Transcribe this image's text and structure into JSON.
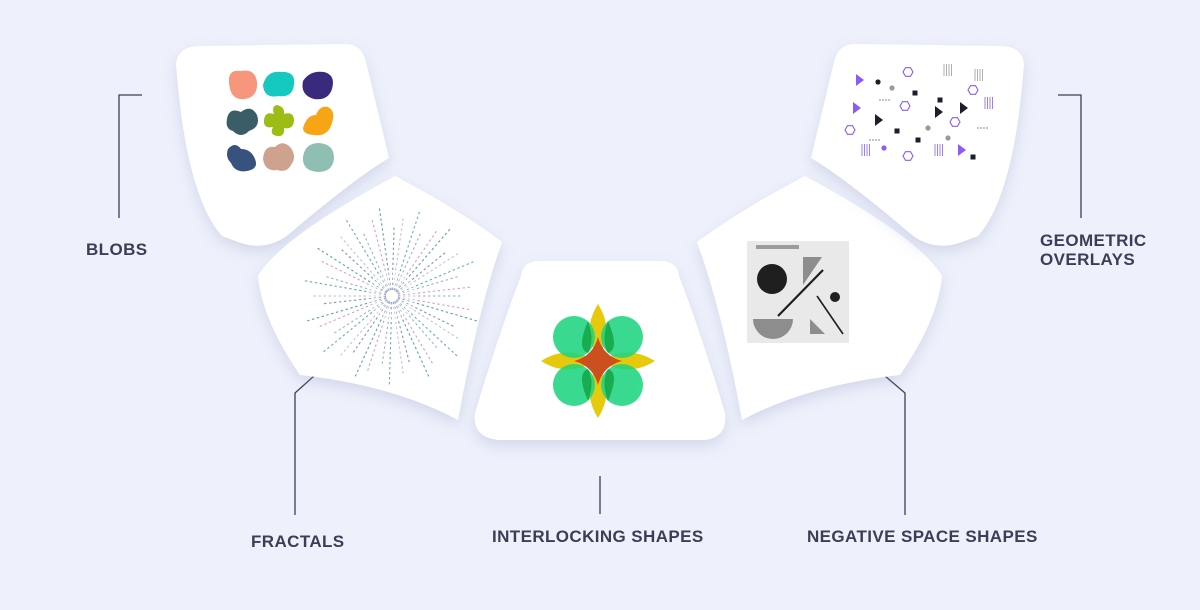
{
  "colors": {
    "background": "#eef1fb",
    "card": "#ffffff",
    "connector": "#3b3e55",
    "label_text": "#3b3e55"
  },
  "labels": {
    "blobs": "BLOBS",
    "fractals": "FRACTALS",
    "interlocking": "INTERLOCKING SHAPES",
    "negative_space": "NEGATIVE SPACE SHAPES",
    "geometric_line1": "GEOMETRIC",
    "geometric_line2": "OVERLAYS"
  },
  "blob_colors": [
    "#f6967c",
    "#15c8c0",
    "#3a2a7d",
    "#3a5d68",
    "#9bbd16",
    "#f7a514",
    "#37527c",
    "#cfa290",
    "#8fbfb3"
  ]
}
